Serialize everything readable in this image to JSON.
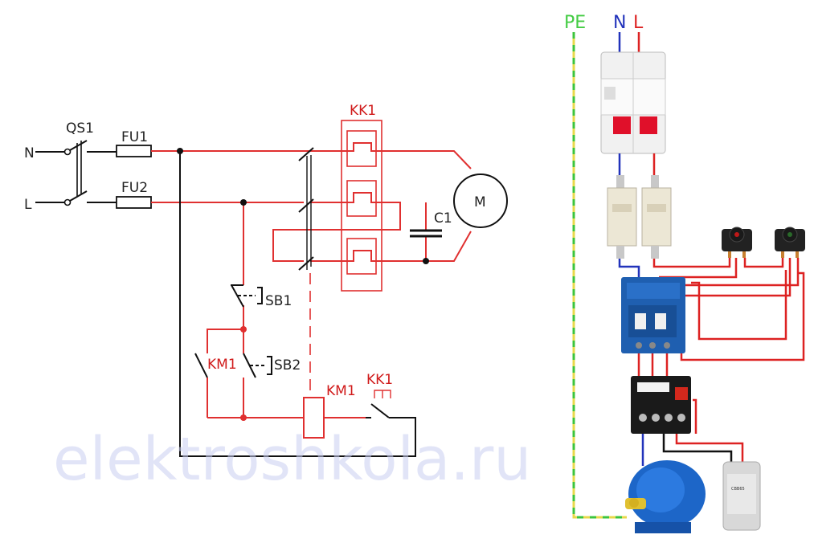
{
  "schematic": {
    "labels": {
      "n": "N",
      "l": "L",
      "qs1": "QS1",
      "fu1": "FU1",
      "fu2": "FU2",
      "kk1_top": "KK1",
      "motor": "M",
      "c1": "C1",
      "sb1": "SB1",
      "sb2": "SB2",
      "km1_left": "KM1",
      "km1_coil": "KM1",
      "kk1_contact": "KK1"
    }
  },
  "wiring": {
    "labels": {
      "pe": "PE",
      "n": "N",
      "l": "L"
    },
    "colors": {
      "pe": "#44cc44",
      "n": "#2233bb",
      "l": "#dd2222"
    },
    "components": [
      "circuit-breaker",
      "fuse",
      "fuse",
      "push-button",
      "push-button",
      "contactor",
      "thermal-relay",
      "electric-motor",
      "capacitor"
    ]
  },
  "watermark": "elektroshkola.ru",
  "colors": {
    "wire_red": "#e03030",
    "wire_black": "#111111"
  }
}
